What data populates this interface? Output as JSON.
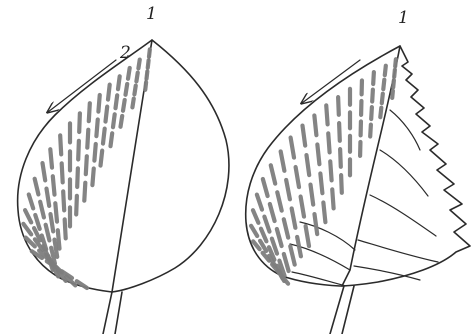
{
  "figure": {
    "left_leaf": {
      "labels": [
        "1",
        "2"
      ]
    },
    "right_leaf": {
      "labels": [
        "1"
      ]
    }
  }
}
